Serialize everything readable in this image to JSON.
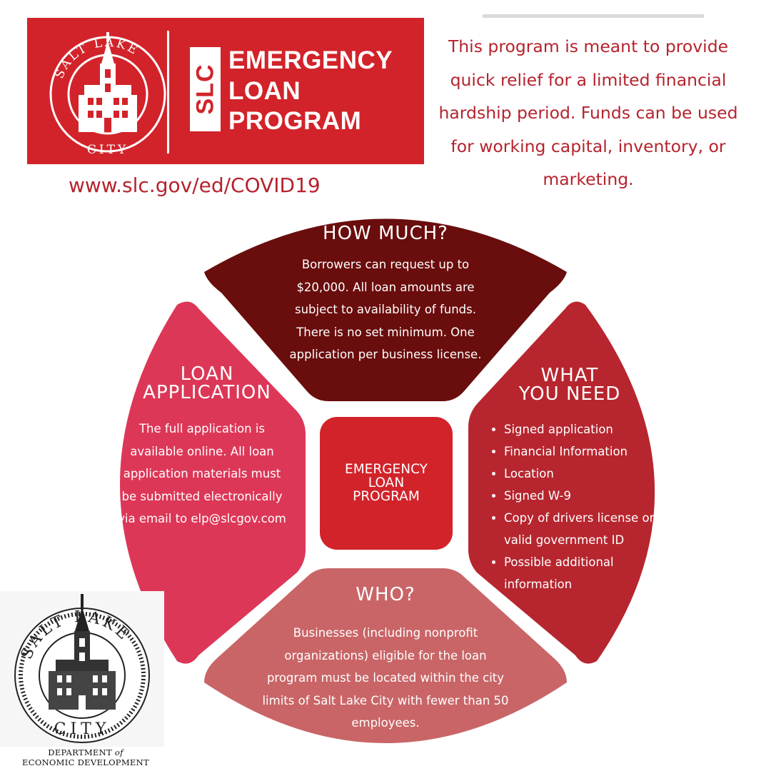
{
  "header": {
    "seal_text": "SALT LAKE CITY",
    "badge": "SLC",
    "title_lines": [
      "EMERGENCY",
      "LOAN",
      "PROGRAM"
    ],
    "url": "www.slc.gov/ed/COVID19"
  },
  "intro": "This program is meant to provide quick relief for a limited financial hardship period. Funds can be used for working capital, inventory, or marketing.",
  "segments": {
    "how_much": {
      "title": "HOW MUCH?",
      "body": "Borrowers can request up to $20,000. All loan amounts are subject to availability of funds. There is no set minimum. One application per business license."
    },
    "loan_application": {
      "title_lines": [
        "LOAN",
        "APPLICATION"
      ],
      "body": "The full application is available online. All loan application materials must be submitted electronically via email to elp@slcgov.com"
    },
    "what_you_need": {
      "title_lines": [
        "WHAT",
        "YOU NEED"
      ],
      "items": [
        "Signed application",
        "Financial Information",
        "Location",
        "Signed W-9",
        "Copy of drivers license or valid government ID",
        "Possible additional information"
      ]
    },
    "who": {
      "title": "WHO?",
      "body": "Businesses (including nonprofit organizations) eligible for the loan program must be located within the city limits of Salt Lake City with fewer than 50 employees."
    }
  },
  "center": [
    "EMERGENCY",
    "LOAN",
    "PROGRAM"
  ],
  "footer": {
    "seal_text": "SALT LAKE CITY",
    "dept_line1_a": "DEPARTMENT",
    "dept_line1_b": "of",
    "dept_line2": "ECONOMIC DEVELOPMENT"
  },
  "colors": {
    "brand_red": "#d2232a",
    "how_much": "#6a0d0d",
    "loan_application": "#dd3757",
    "what_you_need": "#b7262f",
    "who": "#c96567"
  }
}
